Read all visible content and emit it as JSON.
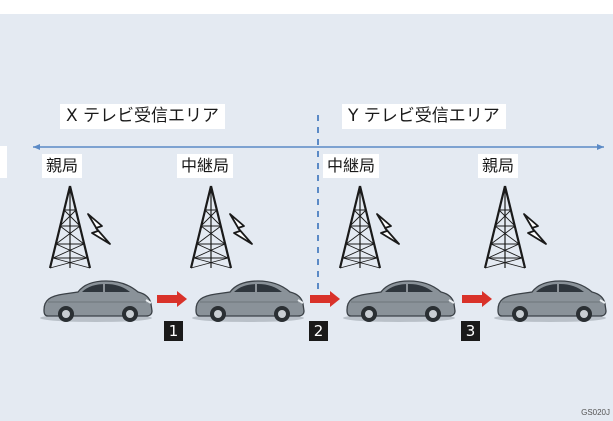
{
  "areas": {
    "x_label": "X テレビ受信エリア",
    "y_label": "Y テレビ受信エリア"
  },
  "stations": {
    "parent": "親局",
    "relay": "中継局"
  },
  "steps": [
    "1",
    "2",
    "3"
  ],
  "figure_code": "GS020J",
  "colors": {
    "background": "#e4eaf2",
    "line": "#5b8ac6",
    "arrow": "#d9322a",
    "badge": "#1a1a1a"
  }
}
